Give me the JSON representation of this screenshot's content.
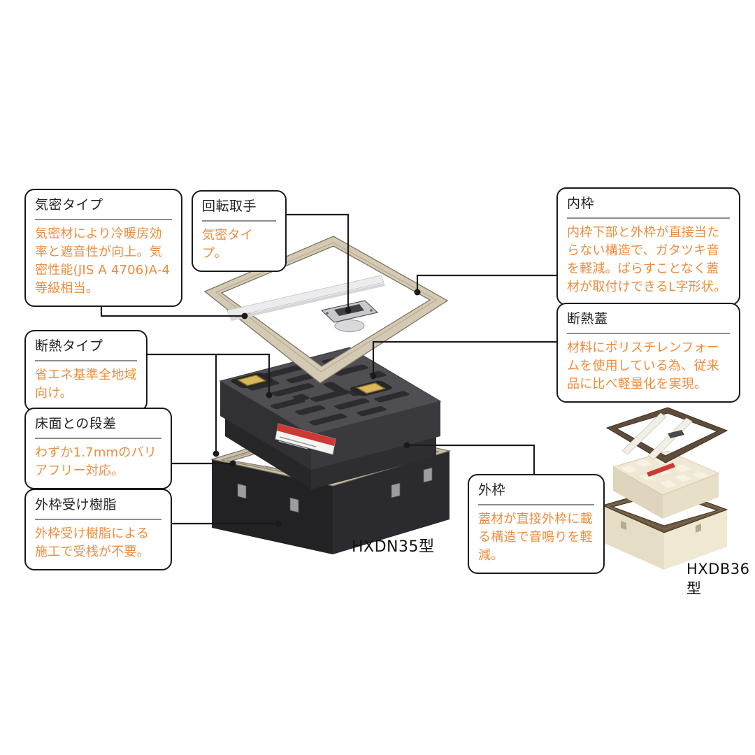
{
  "callouts": [
    {
      "title": "気密タイプ",
      "body": "気密材により冷暖房効率と遮音性が向上。気密性能(JIS A 4706)A-4等級相当。"
    },
    {
      "title": "回転取手",
      "body": "気密タイプ。"
    },
    {
      "title": "内枠",
      "body": "内枠下部と外枠が直接当たらない構造で、ガタツキ音を軽減。ばらすことなく蓋材が取付けできるL字形状。"
    },
    {
      "title": "断熱蓋",
      "body": "材料にポリスチレンフォームを使用している為、従来品に比べ軽量化を実現。"
    },
    {
      "title": "断熱タイプ",
      "body": "省エネ基準全地域向け。"
    },
    {
      "title": "床面との段差",
      "body": "わずか1.7mmのバリアフリー対応。"
    },
    {
      "title": "外枠受け樹脂",
      "body": "外枠受け樹脂による施工で受桟が不要。"
    },
    {
      "title": "外枠",
      "body": "蓋材が直接外枠に載る構造で音鳴りを軽減。"
    }
  ],
  "products": [
    {
      "model": "HXDN35型"
    },
    {
      "model": "HXDB36型"
    }
  ],
  "colors": {
    "accent_text": "#ed8c3c",
    "callout_border": "#1a1a1a",
    "title_divider": "#8c8c8c",
    "leader_line": "#1a1a1a",
    "frame_champagne": "#d4cab4",
    "foam_lid_dark": "#4e4e53",
    "latch_gold": "#d8b85a",
    "outer_box_black": "#232326",
    "warning_label_red": "#ce3a33",
    "mini_cream": "#efe8d4",
    "mini_brown": "#5f4c3a"
  }
}
